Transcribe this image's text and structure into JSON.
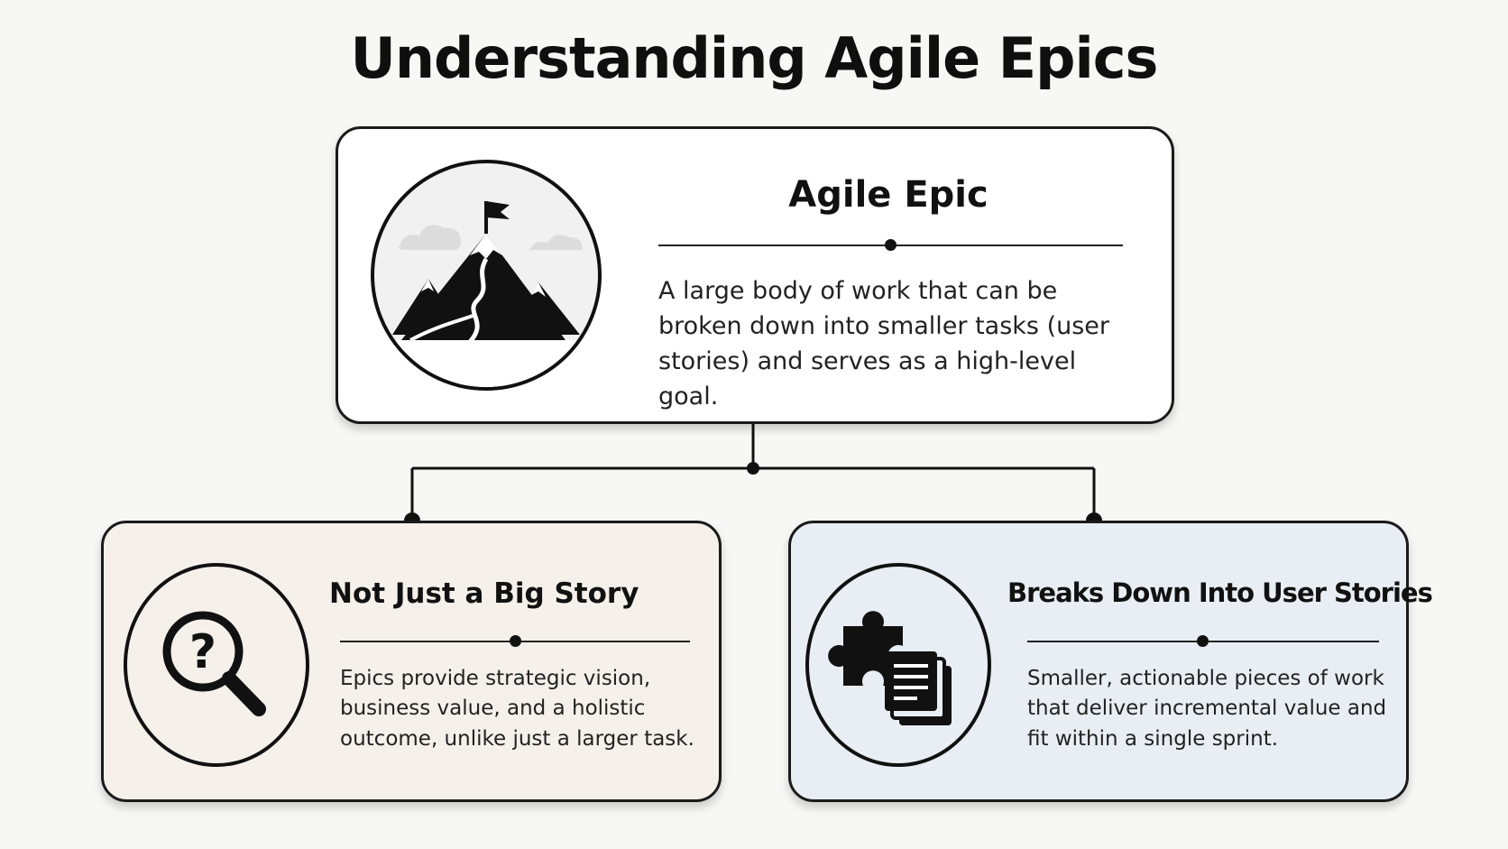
{
  "title": "Understanding Agile Epics",
  "main_card": {
    "heading": "Agile Epic",
    "body": "A large body of work that can be broken down into smaller tasks (user stories) and serves as a high-level goal.",
    "icon": "mountain-flag-icon"
  },
  "left_card": {
    "heading": "Not Just a Big Story",
    "body": "Epics provide strategic vision, business value, and a holistic outcome, unlike just a larger task.",
    "icon": "question-magnifier-icon",
    "background": "#f5f1ea"
  },
  "right_card": {
    "heading": "Breaks Down Into User Stories",
    "body": "Smaller, actionable pieces of work that deliver incremental value and fit within a single sprint.",
    "icon": "puzzle-documents-icon",
    "background": "#e9eef4"
  }
}
